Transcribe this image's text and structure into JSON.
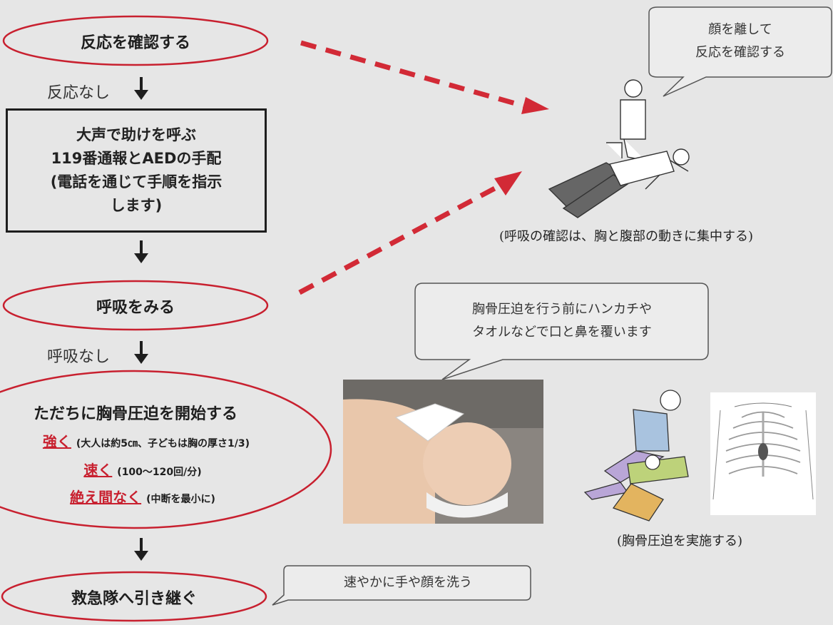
{
  "flow": {
    "step1": "反応を確認する",
    "arrow1_label": "反応なし",
    "step2_lines": [
      "大声で助けを呼ぶ",
      "119番通報とAEDの手配",
      "(電話を通じて手順を指示",
      "します)"
    ],
    "step3": "呼吸をみる",
    "arrow3_label": "呼吸なし",
    "step4_title": "ただちに胸骨圧迫を開始する",
    "step4_lines": [
      {
        "em": "強く",
        "note": "(大人は約5㎝、子どもは胸の厚さ1/3)"
      },
      {
        "em": "速く",
        "note": "(100〜120回/分)"
      },
      {
        "em": "絶え間なく",
        "note": "(中断を最小に)"
      }
    ],
    "step5": "救急隊へ引き継ぐ"
  },
  "bubbles": {
    "face": [
      "顔を離して",
      "反応を確認する"
    ],
    "cloth": [
      "胸骨圧迫を行う前にハンカチや",
      "タオルなどで口と鼻を覆います"
    ],
    "wash": "速やかに手や顔を洗う"
  },
  "captions": {
    "breathing": "(呼吸の確認は、胸と腹部の動きに集中する)",
    "compression": "(胸骨圧迫を実施する)"
  },
  "colors": {
    "accent_red": "#c8202f",
    "ink": "#1e1e1e",
    "background": "#e6e6e6"
  }
}
